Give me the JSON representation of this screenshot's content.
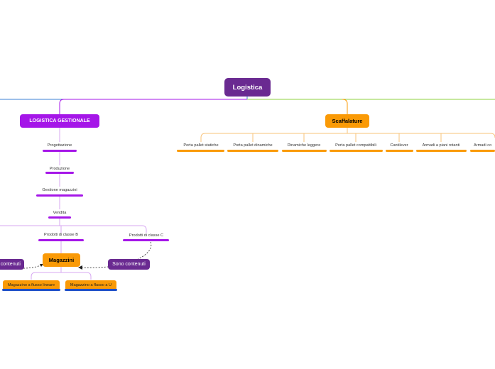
{
  "root": "Logistica",
  "left_main": "LOGISTICA GESTIONALE",
  "right_main": "Scaffalature",
  "chain": [
    "Progettazione",
    "Produzione",
    "Gestione magazzini",
    "Vendita"
  ],
  "prodotti_b": "Prodotti di classe B",
  "prodotti_c": "Prodotti di classe C",
  "magazzini": "Magazzini",
  "magazzini_children": [
    "Magazzino a flusso lineare",
    "Magazzino a flusso a U"
  ],
  "relation_left": "contenuti",
  "relation_right": "Sono contenuti",
  "scaffalature_children": [
    "Porta pallet statiche",
    "Porta pallet dinamiche",
    "Dinamiche leggere",
    "Porta pallet compattibili",
    "Cantilever",
    "Armadi a piani rotanti",
    "Armadi co"
  ],
  "colors": {
    "root": "#6a2a91",
    "gestionale": "#a516e8",
    "scaffalature": "#fa9a06",
    "magazzini_bar": "#1e4fc9",
    "left_branch": "#3b7fd6",
    "right_branch": "#8fd13f"
  }
}
